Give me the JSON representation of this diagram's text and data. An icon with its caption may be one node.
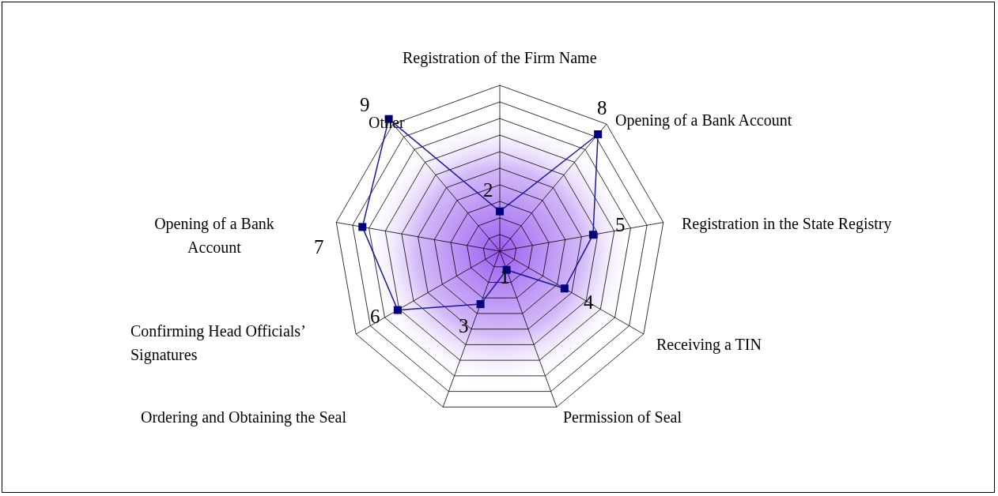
{
  "diagram": {
    "labels": [
      "Registration of the Firm Name",
      "9",
      "8",
      "Other",
      "Opening of a Bank Account",
      "2",
      "Opening of a Bank Account",
      "5",
      "Registration in the State Registry",
      "7",
      "1",
      "4",
      "6",
      "3",
      "Receiving a TIN",
      "Confirming Head Officials’ Signatures",
      "Ordering and Obtaining the Seal",
      "Permission of Seal"
    ]
  }
}
